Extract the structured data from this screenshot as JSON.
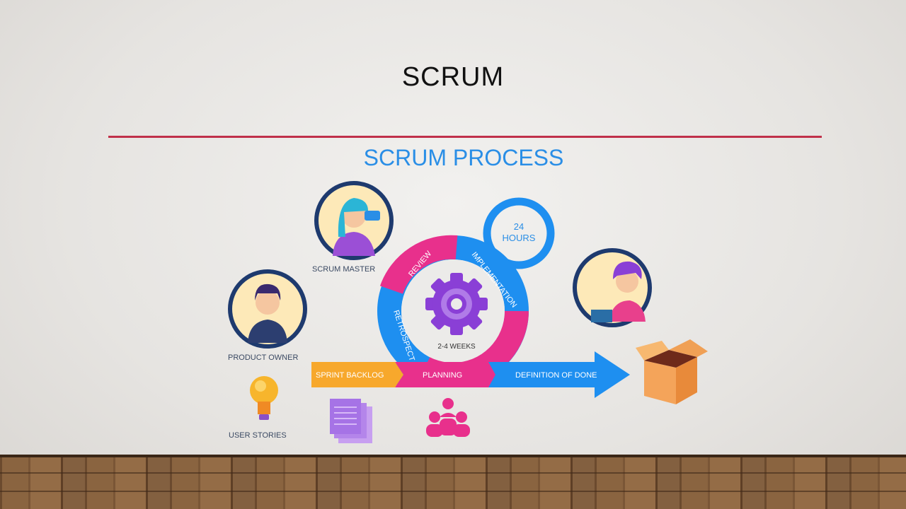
{
  "slide": {
    "title": "SCRUM",
    "subtitle": "SCRUM PROCESS"
  },
  "diagram": {
    "roles": {
      "scrum_master": "SCRUM MASTER",
      "product_owner": "PRODUCT OWNER"
    },
    "cycle": {
      "daily": "24\nHOURS",
      "daily_num": "24",
      "daily_unit": "HOURS",
      "review": "REVIEW",
      "implementation": "IMPLEMENTATION",
      "retrospect": "RETROSPECT",
      "duration": "2-4 WEEKS"
    },
    "arrow": {
      "sprint_backlog": "SPRINT BACKLOG",
      "planning": "PLANNING",
      "definition_of_done": "DEFINITION OF DONE"
    },
    "user_stories": "USER STORIES",
    "colors": {
      "blue": "#1e8ff0",
      "pink": "#e8308c",
      "orange": "#f7a82c",
      "navy": "#1e3a6e",
      "purple": "#8a3fd6"
    }
  }
}
